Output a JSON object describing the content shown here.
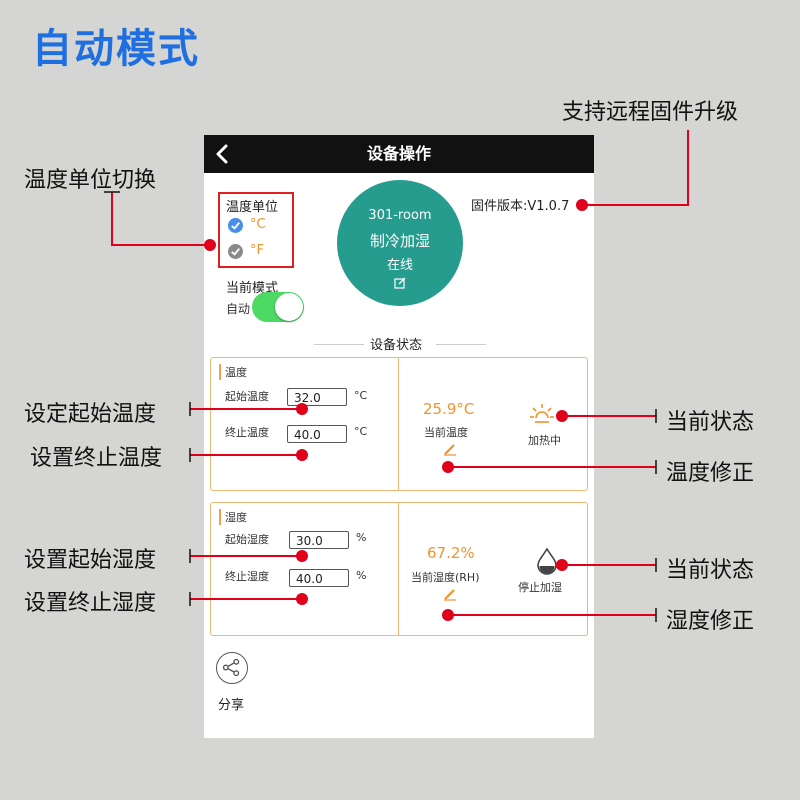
{
  "page_title": "自动模式",
  "callouts": {
    "firmware_upgrade": "支持远程固件升级",
    "temp_unit_switch": "温度单位切换",
    "set_start_temp": "设定起始温度",
    "set_end_temp": "设置终止温度",
    "current_status_temp": "当前状态",
    "temp_correction": "温度修正",
    "set_start_humidity": "设置起始湿度",
    "set_end_humidity": "设置终止湿度",
    "current_status_humidity": "当前状态",
    "humidity_correction": "湿度修正"
  },
  "app": {
    "header_title": "设备操作",
    "temp_unit": {
      "label": "温度单位",
      "option_c": "°C",
      "option_f": "°F"
    },
    "device_status": {
      "name": "301-room",
      "mode": "制冷加湿",
      "online": "在线"
    },
    "firmware": "固件版本:V1.0.7",
    "current_mode": {
      "label": "当前模式",
      "value": "自动",
      "enabled": true
    },
    "section_title": "设备状态",
    "temperature": {
      "title": "温度",
      "start_label": "起始温度",
      "start_value": "32.0",
      "end_label": "终止温度",
      "end_value": "40.0",
      "unit": "°C",
      "current_value": "25.9°C",
      "current_label": "当前温度",
      "status": "加热中"
    },
    "humidity": {
      "title": "湿度",
      "start_label": "起始湿度",
      "start_value": "30.0",
      "end_label": "终止湿度",
      "end_value": "40.0",
      "unit": "%",
      "current_value": "67.2%",
      "current_label": "当前湿度(RH)",
      "status": "停止加湿"
    },
    "share_label": "分享"
  },
  "colors": {
    "title_blue": "#1f6fe0",
    "teal": "#259c8e",
    "orange": "#f0932b",
    "annotation_red": "#e0001a",
    "toggle_green": "#4cd964",
    "check_blue": "#4a8fe7"
  },
  "icons": [
    "back-arrow-icon",
    "check-circle-icon",
    "edit-icon",
    "sun-icon",
    "water-drop-icon",
    "share-icon"
  ]
}
